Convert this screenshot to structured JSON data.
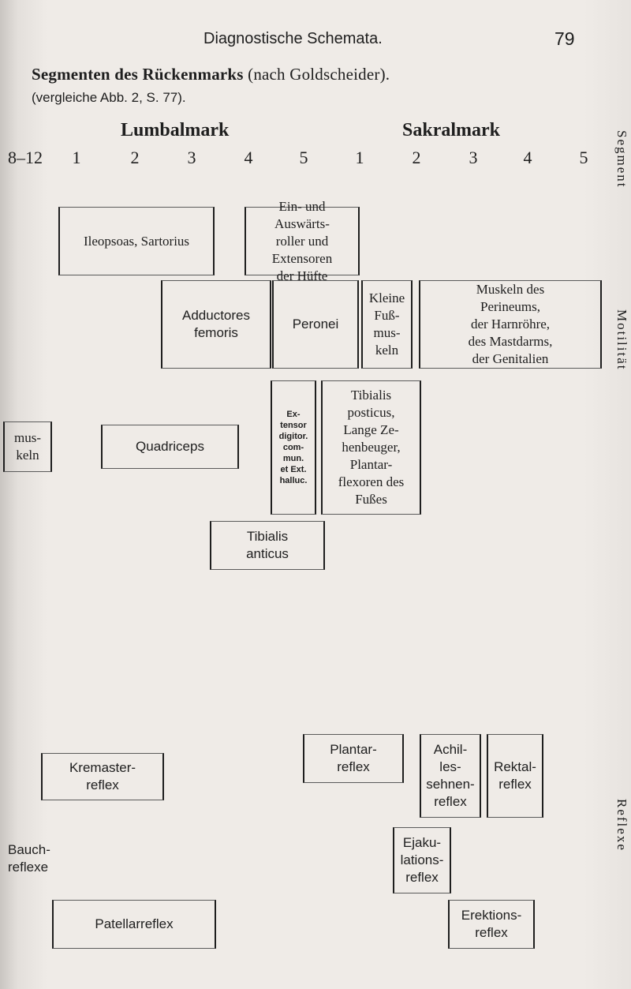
{
  "header": {
    "section_title": "Diagnostische Schemata.",
    "page_number": "79"
  },
  "title": {
    "bold": "Segmenten des Rückenmarks",
    "normal": " (nach Goldscheider)."
  },
  "subtitle": "(vergleiche Abb. 2, S. 77).",
  "columns": {
    "lumbal_label": "Lumbalmark",
    "sakral_label": "Sakralmark",
    "segments": [
      "8–12",
      "1",
      "2",
      "3",
      "4",
      "5",
      "1",
      "2",
      "3",
      "4",
      "5"
    ]
  },
  "side_labels": {
    "segment": "Segment",
    "motilitaet": "Motilität",
    "reflexe": "Reflexe"
  },
  "motility": {
    "ileopsoas": "Ileopsoas, Sartorius",
    "ein_auswaerts": "Ein- und\nAuswärts-\nroller und\nExtensoren\nder Hüfte",
    "adductores": "Adductores\nfemoris",
    "peronei": "Peronei",
    "kleine": "Kleine\nFuß-\nmus-\nkeln",
    "perineum": "Muskeln des\nPerineums,\nder Harnröhre,\ndes Mastdarms,\nder Genitalien",
    "muskeln": "mus-\nkeln",
    "quadriceps": "Quadriceps",
    "extensor": "Ex-\ntensor\ndigitor.\ncom-\nmun.\net Ext.\nhalluc.",
    "tibialis_posticus": "Tibialis\nposticus,\nLange Ze-\nhenbeuger,\nPlantar-\nflexoren des\nFußes",
    "tibialis_anticus": "Tibialis\nanticus"
  },
  "reflexes": {
    "kremaster": "Kremaster-\nreflex",
    "plantar": "Plantar-\nreflex",
    "achilles": "Achil-\nles-\nsehnen-\nreflex",
    "rektal": "Rektal-\nreflex",
    "bauch": "Bauch-\nreflexe",
    "ejakulation": "Ejaku-\nlations-\nreflex",
    "patellar": "Patellarreflex",
    "erektion": "Erektions-\nreflex"
  }
}
